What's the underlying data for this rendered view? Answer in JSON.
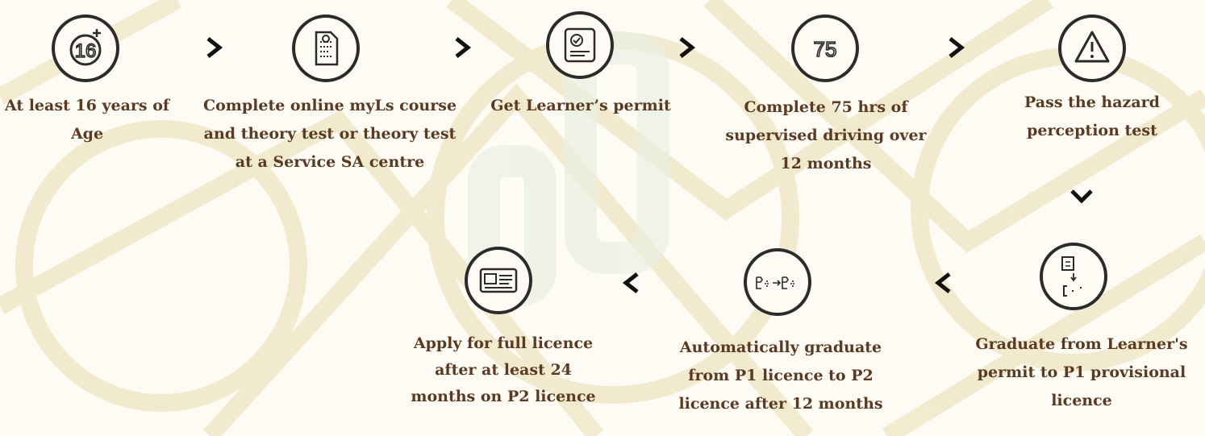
{
  "steps": [
    {
      "id": "age",
      "icon": "age-16-plus-icon",
      "label": "At  least 16  years of Age"
    },
    {
      "id": "course",
      "icon": "theory-test-document-icon",
      "label": "Complete online myLs course and theory test or theory test at a Service SA centre"
    },
    {
      "id": "permit",
      "icon": "learner-permit-check-icon",
      "label": "Get Learner’s permit"
    },
    {
      "id": "hours",
      "icon": "75-hours-icon",
      "label": "Complete 75 hrs of supervised driving over 12 months"
    },
    {
      "id": "hazard",
      "icon": "hazard-warning-icon",
      "label": "Pass the hazard perception test"
    },
    {
      "id": "p1",
      "icon": "learner-to-p1-icon",
      "label": "Graduate from Learner's permit to P1 provisional licence"
    },
    {
      "id": "p2",
      "icon": "p1-to-p2-icon",
      "label": "Automatically graduate from P1 licence to P2 licence after 12 months"
    },
    {
      "id": "full",
      "icon": "full-licence-card-icon",
      "label": "Apply for full licence after at least 24 months on P2 licence"
    }
  ],
  "icon_text": {
    "age": "16",
    "hours": "75"
  },
  "colors": {
    "text": "#5a3a22",
    "stroke": "#2b2b2b",
    "background": "#fdfbf3",
    "pattern": "#efe6c6"
  }
}
